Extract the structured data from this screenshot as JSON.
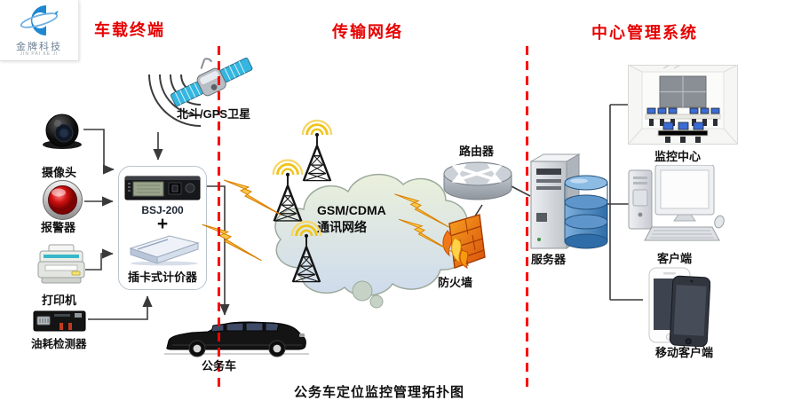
{
  "logo": {
    "name": "金牌科技",
    "subtext": "JIN PAI KE JI"
  },
  "headers": {
    "vehicle_terminal": "车载终端",
    "transmission_network": "传输网络",
    "central_management": "中心管理系统"
  },
  "vehicle_section": {
    "satellite_label": "北斗/GPS卫星",
    "camera_label": "摄像头",
    "alarm_label": "报警器",
    "printer_label": "打印机",
    "fuel_detector_label": "油耗检测器",
    "terminal_model": "BSJ-200",
    "plus_sign": "+",
    "meter_label": "插卡式计价器",
    "car_label": "公务车"
  },
  "network_section": {
    "cloud_label_line1": "GSM/CDMA",
    "cloud_label_line2": "通讯网络",
    "router_label": "路由器",
    "firewall_label": "防火墙"
  },
  "management_section": {
    "server_label": "服务器",
    "monitor_center_label": "监控中心",
    "client_label": "客户端",
    "mobile_client_label": "移动客户端"
  },
  "caption": "公务车定位监控管理拓扑图",
  "colors": {
    "header_red": "#e60000",
    "divider_red": "#ff0000",
    "bolt_yellow": "#ffe066",
    "bolt_orange": "#f59a0e",
    "cloud_fill_top": "#eaf0db",
    "cloud_fill_bottom": "#cedbed",
    "database_blue": "#2e6da8",
    "firewall_orange": "#f07818",
    "tower_black": "#151515",
    "monitor_blue": "#3a6cd4"
  }
}
